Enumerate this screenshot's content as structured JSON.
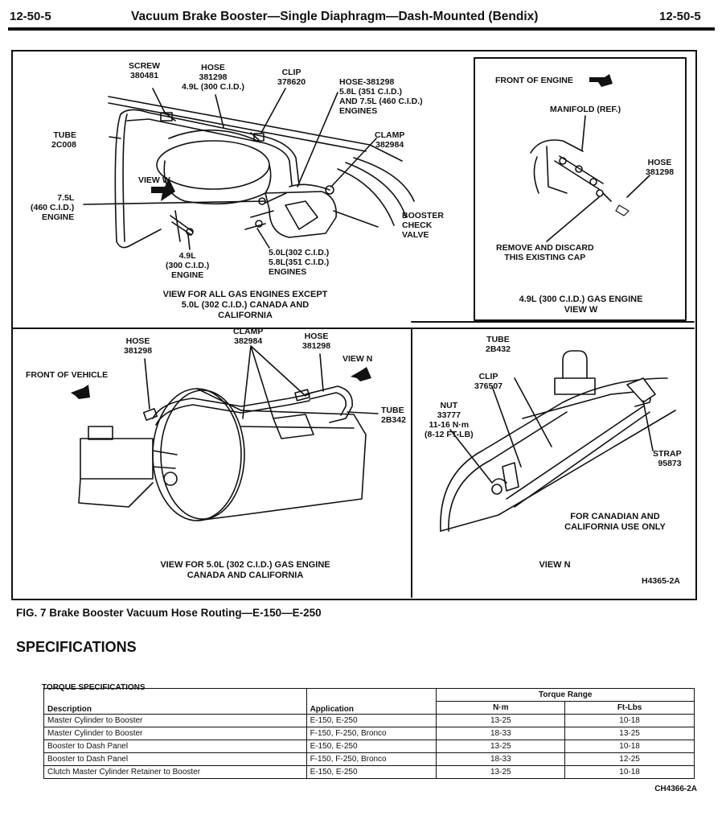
{
  "header": {
    "left_page": "12-50-5",
    "title": "Vacuum Brake Booster—Single Diaphragm—Dash-Mounted (Bendix)",
    "right_page": "12-50-5"
  },
  "figure": {
    "panel1": {
      "screw": "SCREW\n380481",
      "hose_49": "HOSE\n381298\n4.9L (300 C.I.D.)",
      "clip": "CLIP\n378620",
      "hose_58": "HOSE-381298\n5.8L (351 C.I.D.)\nAND 7.5L (460 C.I.D.)\nENGINES",
      "tube": "TUBE\n2C008",
      "clamp": "CLAMP\n382984",
      "view_w": "VIEW W",
      "engine_75": "7.5L\n(460 C.I.D.)\nENGINE",
      "booster_check_valve": "BOOSTER\nCHECK\nVALVE",
      "engine_49": "4.9L\n(300 C.I.D.)\nENGINE",
      "engine_50_58": "5.0L(302 C.I.D.)\n5.8L(351 C.I.D.)\nENGINES",
      "caption": "VIEW FOR ALL GAS ENGINES EXCEPT\n5.0L (302 C.I.D.) CANADA AND\nCALIFORNIA"
    },
    "panel2": {
      "front_of_engine": "FRONT OF ENGINE",
      "manifold": "MANIFOLD (REF.)",
      "hose": "HOSE\n381298",
      "remove_cap": "REMOVE AND DISCARD\nTHIS EXISTING CAP",
      "caption": "4.9L (300 C.I.D.) GAS ENGINE\nVIEW W"
    },
    "panel3": {
      "hose_left": "HOSE\n381298",
      "clamp": "CLAMP\n382984",
      "hose_right": "HOSE\n381298",
      "view_n": "VIEW N",
      "front_of_vehicle": "FRONT OF VEHICLE",
      "tube": "TUBE\n2B342",
      "caption": "VIEW FOR 5.0L (302 C.I.D.) GAS ENGINE\nCANADA AND CALIFORNIA"
    },
    "panel4": {
      "tube": "TUBE\n2B432",
      "clip": "CLIP\n376507",
      "nut": "NUT\n33777\n11-16 N·m\n(8-12 FT-LB)",
      "strap": "STRAP\n95873",
      "canada_note": "FOR CANADIAN AND\nCALIFORNIA USE ONLY",
      "caption": "VIEW N",
      "ref": "H4365-2A"
    }
  },
  "figure_caption": "FIG. 7  Brake Booster Vacuum Hose Routing—E-150—E-250",
  "specifications_heading": "SPECIFICATIONS",
  "torque_table": {
    "title": "TORQUE SPECIFICATIONS",
    "headers": {
      "description": "Description",
      "application": "Application",
      "torque_range": "Torque Range",
      "nm": "N·m",
      "ftlbs": "Ft-Lbs"
    },
    "rows": [
      {
        "description": "Master Cylinder to Booster",
        "application": "E-150, E-250",
        "nm": "13-25",
        "ftlbs": "10-18"
      },
      {
        "description": "Master Cylinder to Booster",
        "application": "F-150, F-250, Bronco",
        "nm": "18-33",
        "ftlbs": "13-25"
      },
      {
        "description": "Booster to Dash Panel",
        "application": "E-150, E-250",
        "nm": "13-25",
        "ftlbs": "10-18"
      },
      {
        "description": "Booster to Dash Panel",
        "application": "F-150, F-250, Bronco",
        "nm": "18-33",
        "ftlbs": "12-25"
      },
      {
        "description": "Clutch Master Cylinder Retainer to Booster",
        "application": "E-150, E-250",
        "nm": "13-25",
        "ftlbs": "10-18"
      }
    ],
    "ref": "CH4366-2A"
  }
}
